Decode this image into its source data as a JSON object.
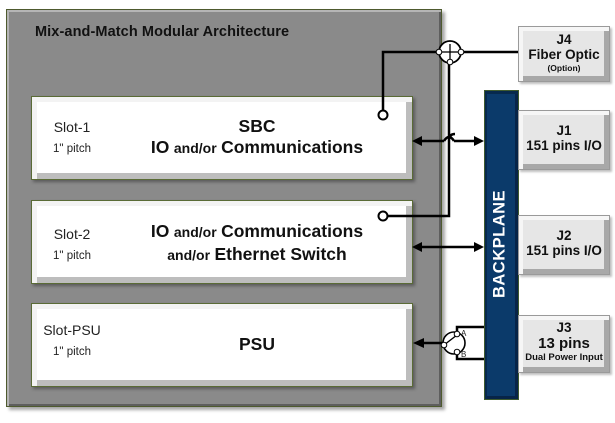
{
  "diagram": {
    "title": "Mix-and-Match Modular Architecture",
    "slots": [
      {
        "name": "Slot-1",
        "pitch": "1\" pitch",
        "line1_big": "SBC",
        "line2_big_a": "IO",
        "line2_small": "and/or",
        "line2_big_b": "Communications"
      },
      {
        "name": "Slot-2",
        "pitch": "1\" pitch",
        "line1_big_a": "IO",
        "line1_small": "and/or",
        "line1_big_b": "Communications",
        "line2_small": "and/or",
        "line2_big": "Ethernet Switch"
      },
      {
        "name": "Slot-PSU",
        "pitch": "1\" pitch",
        "main": "PSU"
      }
    ],
    "backplane": {
      "label": "BACKPLANE",
      "color": "#0b3a6a"
    },
    "connectors": [
      {
        "id": "J4",
        "line2": "Fiber Optic",
        "line3": "(Option)"
      },
      {
        "id": "J1",
        "line2": "151 pins I/O"
      },
      {
        "id": "J2",
        "line2": "151 pins I/O"
      },
      {
        "id": "J3",
        "line2": "13 pins",
        "line3": "Dual Power Input"
      }
    ],
    "power_switch": {
      "input_a": "A",
      "input_b": "B"
    },
    "colors": {
      "chassis": "#8a8a8a",
      "slot": "#ffffff",
      "connector": "#e6e6e6"
    }
  }
}
